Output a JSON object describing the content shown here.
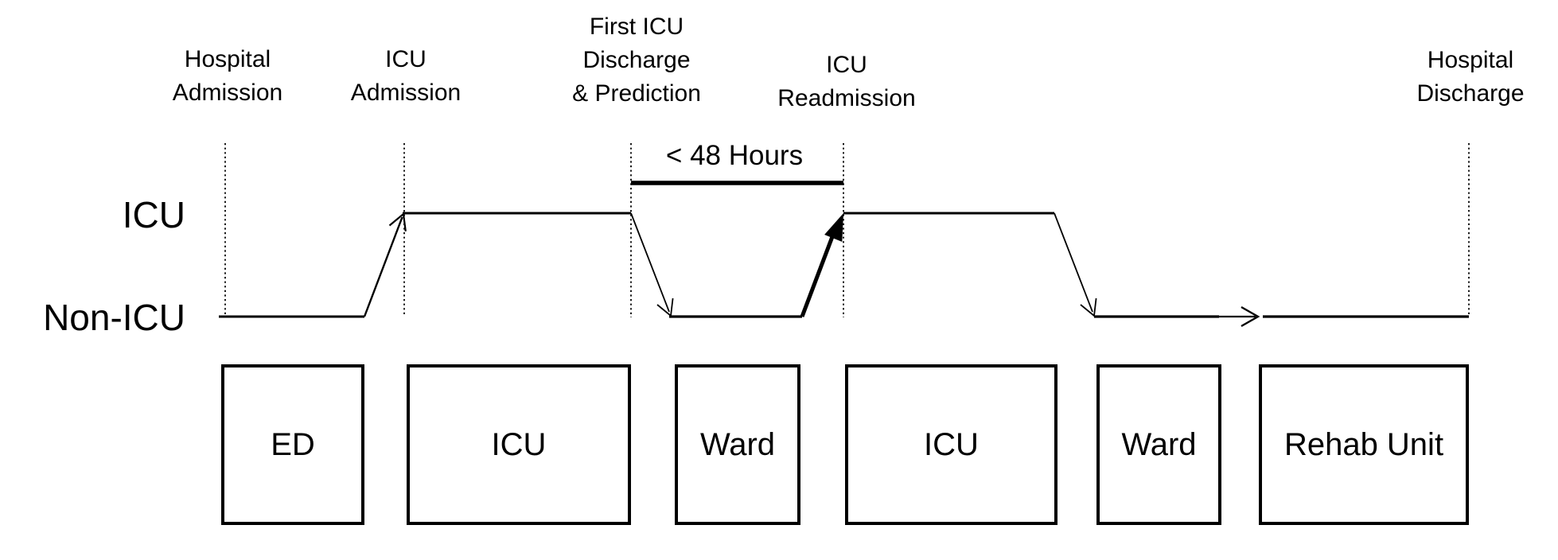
{
  "diagram": {
    "type": "timeline-flow",
    "subject": "ICU readmission patient trajectory",
    "events": [
      {
        "id": "hospital-admission",
        "lines": [
          "Hospital",
          "Admission"
        ]
      },
      {
        "id": "icu-admission",
        "lines": [
          "ICU",
          "Admission"
        ]
      },
      {
        "id": "first-icu-discharge",
        "lines": [
          "First ICU",
          "Discharge",
          "& Prediction"
        ]
      },
      {
        "id": "icu-readmission",
        "lines": [
          "ICU",
          "Readmission"
        ]
      },
      {
        "id": "hospital-discharge",
        "lines": [
          "Hospital",
          "Discharge"
        ]
      }
    ],
    "y_axis": {
      "top_label": "ICU",
      "bottom_label": "Non-ICU"
    },
    "interval": {
      "label": "< 48 Hours"
    },
    "locations": [
      {
        "label": "ED"
      },
      {
        "label": "ICU"
      },
      {
        "label": "Ward"
      },
      {
        "label": "ICU"
      },
      {
        "label": "Ward"
      },
      {
        "label": "Rehab Unit"
      }
    ],
    "colors": {
      "ink": "#000000",
      "background": "#ffffff"
    }
  }
}
